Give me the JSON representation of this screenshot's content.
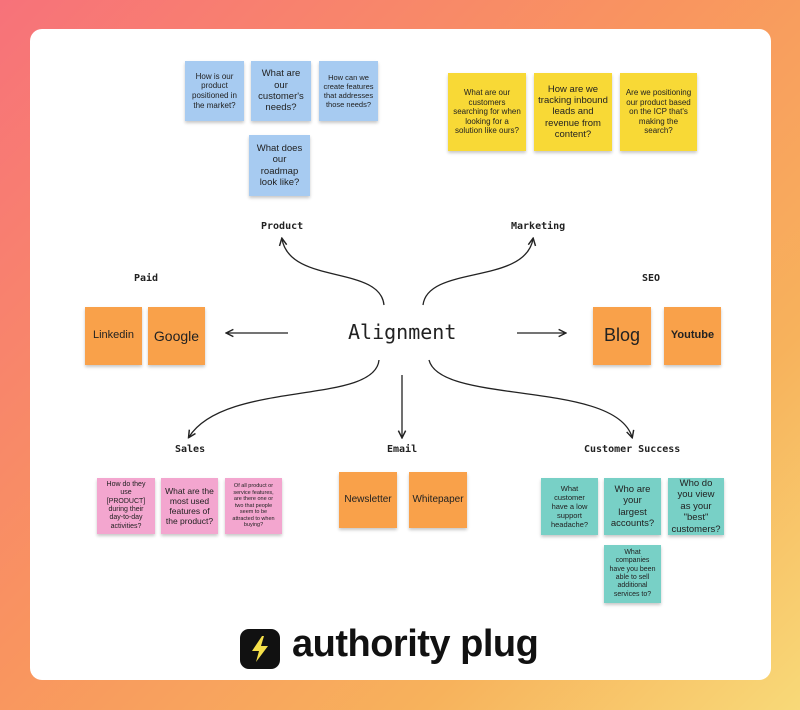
{
  "center": "Alignment",
  "branches": {
    "product": "Product",
    "marketing": "Marketing",
    "paid": "Paid",
    "seo": "SEO",
    "sales": "Sales",
    "email": "Email",
    "customer_success": "Customer Success"
  },
  "notes": {
    "product": [
      "How is our product positioned in the market?",
      "What are our customer's needs?",
      "How can we create features that addresses those needs?",
      "What does our roadmap look like?"
    ],
    "marketing": [
      "What are our customers searching for when looking for a solution like ours?",
      "How are we tracking inbound leads and revenue from content?",
      "Are we positioning our product based on the ICP that's making the search?"
    ],
    "paid": [
      "Linkedin",
      "Google"
    ],
    "seo": [
      "Blog",
      "Youtube"
    ],
    "sales": [
      "How do they use [PRODUCT] during their day-to-day activities?",
      "What are the most used features of the product?",
      "Of all product or service features, are there one or two that people seem to be attracted to when buying?"
    ],
    "email": [
      "Newsletter",
      "Whitepaper"
    ],
    "customer_success": [
      "What customer have a low support headache?",
      "Who are your largest accounts?",
      "Who do you view as your \"best\" customers?",
      "What companies have you been able to sell additional services to?"
    ]
  },
  "colors": {
    "product": "#a7cbf1",
    "marketing": "#f8d936",
    "channels": "#f9a14a",
    "sales": "#f3a6cf",
    "customer_success": "#78d0c6"
  },
  "logo": {
    "icon": "lightning-bolt-icon",
    "text": "authority plug"
  }
}
